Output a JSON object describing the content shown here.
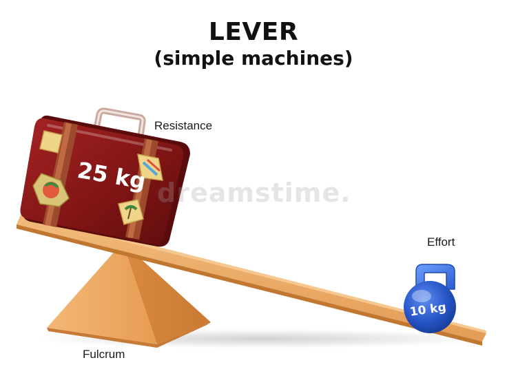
{
  "title": "LEVER",
  "subtitle": "(simple machines)",
  "labels": {
    "resistance": "Resistance",
    "effort": "Effort",
    "fulcrum": "Fulcrum"
  },
  "weights": {
    "suitcase": "25 kg",
    "kettlebell": "10 kg"
  },
  "watermark": "dreamstime.",
  "colors": {
    "board": "#e8a35a",
    "fulcrum": "#e9a862",
    "suitcase": "#8b1a1a",
    "kettlebell": "#2f63d6"
  }
}
